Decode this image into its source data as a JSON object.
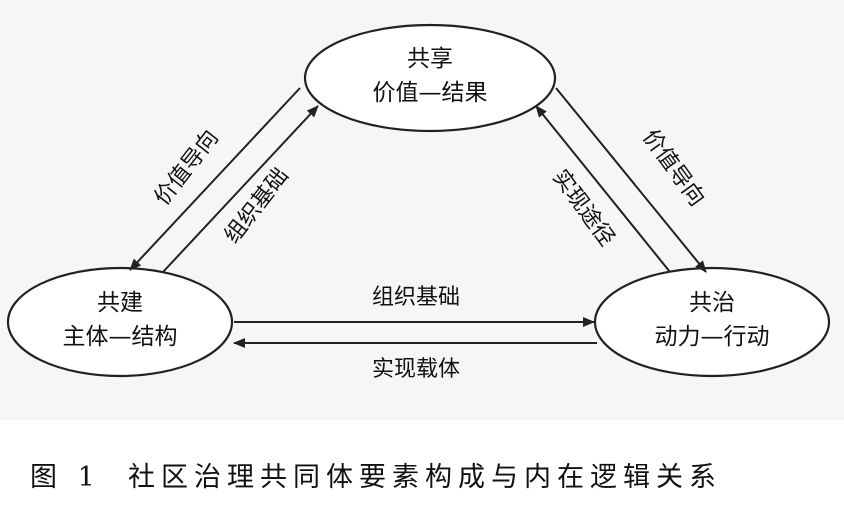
{
  "nodes": {
    "top": {
      "line1": "共享",
      "line2": "价值—结果"
    },
    "left": {
      "line1": "共建",
      "line2": "主体—结构"
    },
    "right": {
      "line1": "共治",
      "line2": "动力—行动"
    }
  },
  "edges": {
    "top_to_left": "价值导向",
    "left_to_top": "组织基础",
    "right_to_top": "实现途径",
    "top_to_right": "价值导向",
    "left_to_right": "组织基础",
    "right_to_left": "实现载体"
  },
  "caption": {
    "number": "图 1",
    "text": "社区治理共同体要素构成与内在逻辑关系"
  }
}
